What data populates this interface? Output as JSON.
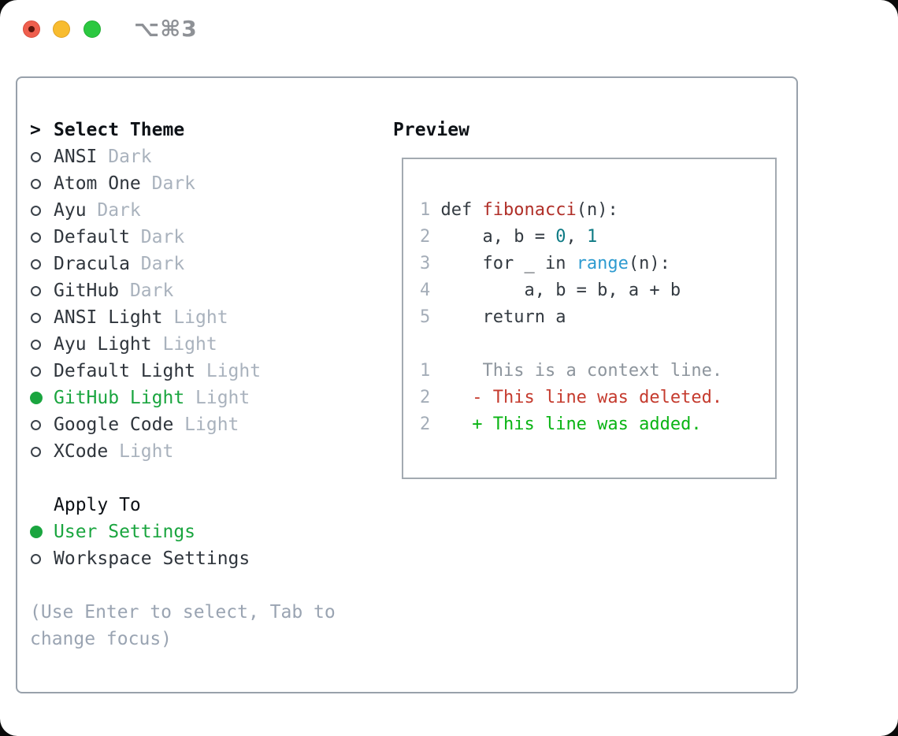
{
  "window": {
    "title": "⌥⌘3",
    "traffic_lights": [
      "close",
      "minimize",
      "zoom"
    ]
  },
  "theme_panel": {
    "header_prefix": ">",
    "header": "Select Theme",
    "items": [
      {
        "label": "ANSI",
        "variant": "Dark",
        "selected": false
      },
      {
        "label": "Atom One",
        "variant": "Dark",
        "selected": false
      },
      {
        "label": "Ayu",
        "variant": "Dark",
        "selected": false
      },
      {
        "label": "Default",
        "variant": "Dark",
        "selected": false
      },
      {
        "label": "Dracula",
        "variant": "Dark",
        "selected": false
      },
      {
        "label": "GitHub",
        "variant": "Dark",
        "selected": false
      },
      {
        "label": "ANSI Light",
        "variant": "Light",
        "selected": false
      },
      {
        "label": "Ayu Light",
        "variant": "Light",
        "selected": false
      },
      {
        "label": "Default Light",
        "variant": "Light",
        "selected": false
      },
      {
        "label": "GitHub Light",
        "variant": "Light",
        "selected": true
      },
      {
        "label": "Google Code",
        "variant": "Light",
        "selected": false
      },
      {
        "label": "XCode",
        "variant": "Light",
        "selected": false
      }
    ]
  },
  "apply_panel": {
    "header": "Apply To",
    "items": [
      {
        "label": "User Settings",
        "selected": true
      },
      {
        "label": "Workspace Settings",
        "selected": false
      }
    ]
  },
  "help": {
    "text": "(Use Enter to select, Tab to change focus)"
  },
  "preview": {
    "header": "Preview",
    "lines": [
      {
        "segments": [
          {
            "text": "1 ",
            "color": "linenum"
          },
          {
            "text": "def ",
            "color": "default"
          },
          {
            "text": "fibonacci",
            "color": "function"
          },
          {
            "text": "(n):",
            "color": "default"
          }
        ]
      },
      {
        "segments": [
          {
            "text": "2 ",
            "color": "linenum"
          },
          {
            "text": "    a, b = ",
            "color": "default"
          },
          {
            "text": "0",
            "color": "number"
          },
          {
            "text": ", ",
            "color": "default"
          },
          {
            "text": "1",
            "color": "number"
          }
        ]
      },
      {
        "segments": [
          {
            "text": "3 ",
            "color": "linenum"
          },
          {
            "text": "    for _ in ",
            "color": "default"
          },
          {
            "text": "range",
            "color": "builtin"
          },
          {
            "text": "(n):",
            "color": "default"
          }
        ]
      },
      {
        "segments": [
          {
            "text": "4 ",
            "color": "linenum"
          },
          {
            "text": "        a, b = b, a + b",
            "color": "default"
          }
        ]
      },
      {
        "segments": [
          {
            "text": "5 ",
            "color": "linenum"
          },
          {
            "text": "    return a",
            "color": "default"
          }
        ]
      },
      {
        "segments": []
      },
      {
        "segments": [
          {
            "text": "1 ",
            "color": "linenum"
          },
          {
            "text": "    This is a context line.",
            "color": "context"
          }
        ]
      },
      {
        "segments": [
          {
            "text": "2 ",
            "color": "linenum"
          },
          {
            "text": "   - This line was deleted.",
            "color": "deleted"
          }
        ]
      },
      {
        "segments": [
          {
            "text": "2 ",
            "color": "linenum"
          },
          {
            "text": "   + This line was added.",
            "color": "added"
          }
        ]
      }
    ]
  },
  "colors": {
    "accent_green": "#1aa53f",
    "added_green": "#0ab414",
    "deleted_red": "#c53b2e",
    "function_red": "#b02f28",
    "number_teal": "#0f7b85",
    "builtin_blue": "#2e9bd0",
    "text_dark": "#2f353c",
    "muted_gray": "#a9b2bd",
    "border_gray": "#98a1ab",
    "traffic_red": "#ef5f4e",
    "traffic_yellow": "#f8bc2f",
    "traffic_green": "#2bc840"
  }
}
